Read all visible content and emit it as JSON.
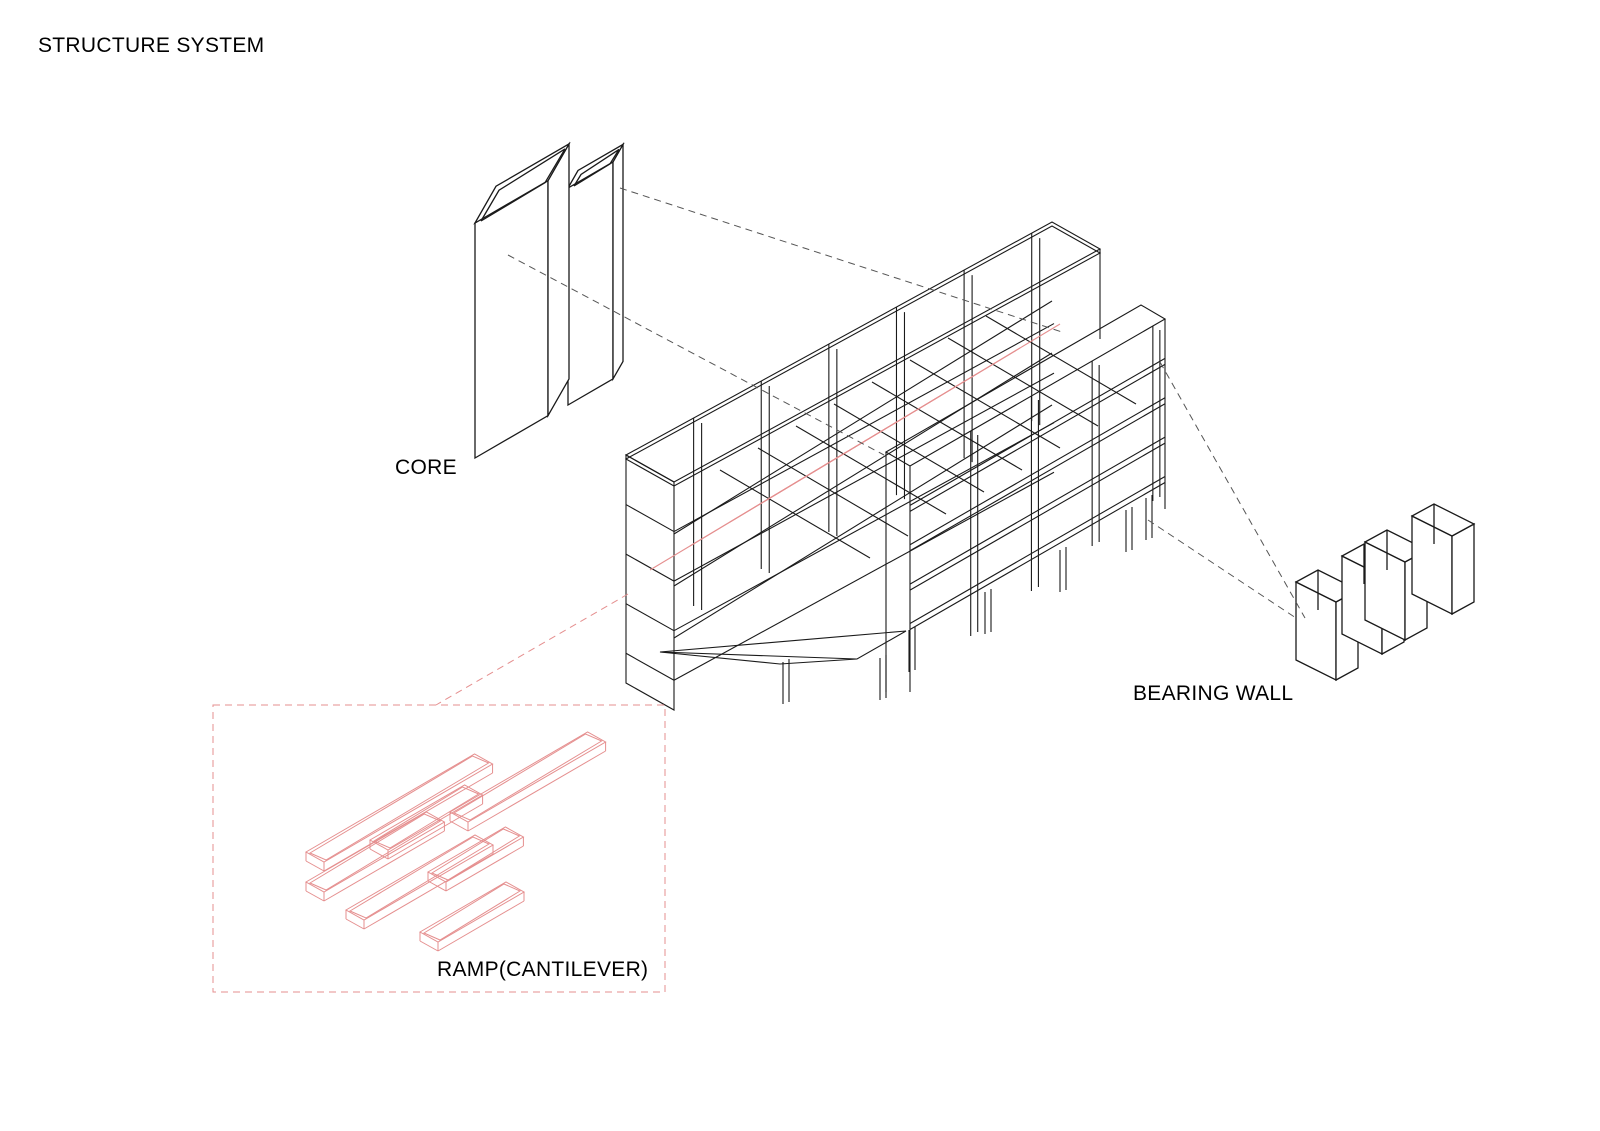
{
  "title": "STRUCTURE SYSTEM",
  "labels": {
    "core": "CORE",
    "bearing_wall": "BEARING WALL",
    "ramp": "RAMP(CANTILEVER)"
  },
  "colors": {
    "ink": "#1a1a1a",
    "ramp": "#e58f8f",
    "leader": "#555555",
    "background": "#ffffff"
  }
}
